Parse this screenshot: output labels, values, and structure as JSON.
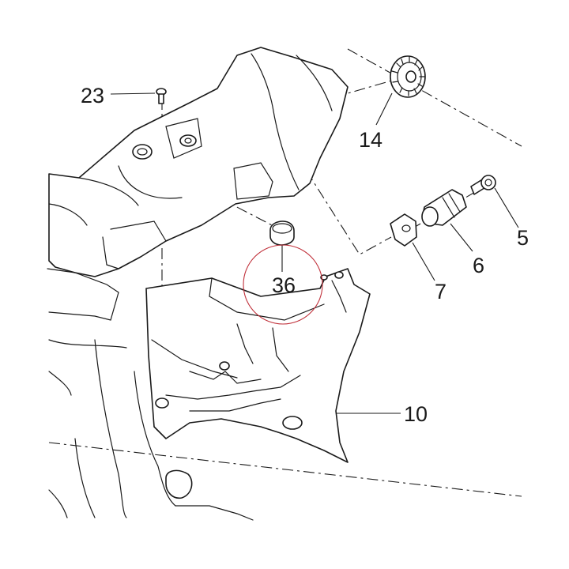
{
  "callouts": {
    "c23": "23",
    "c14": "14",
    "c5": "5",
    "c6": "6",
    "c7": "7",
    "c36": "36",
    "c10": "10"
  },
  "colors": {
    "line": "#1a1a1a",
    "highlight_circle": "#c0303a",
    "background": "#ffffff"
  }
}
